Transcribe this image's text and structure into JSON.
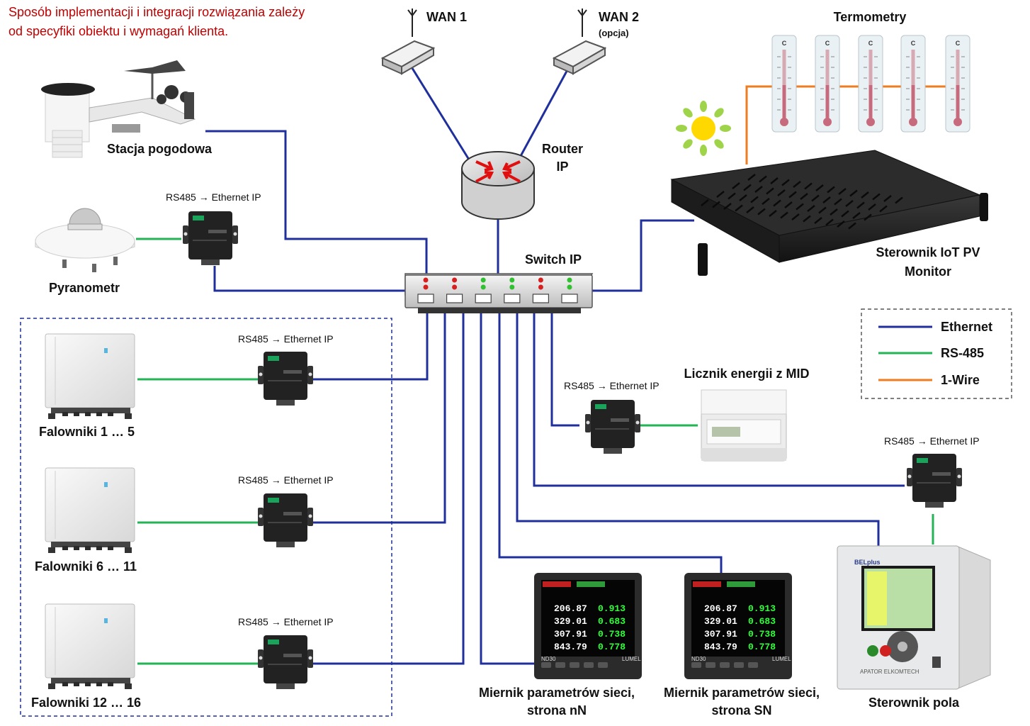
{
  "note": {
    "line1": "Sposób implementacji i integracji rozwiązania zależy",
    "line2": "od specyfiki obiektu i wymagań klienta."
  },
  "wan": {
    "wan1": "WAN 1",
    "wan2": "WAN 2",
    "wan2_sub": "(opcja)"
  },
  "router": {
    "line1": "Router",
    "line2": "IP"
  },
  "switch": {
    "label": "Switch IP"
  },
  "weather_station": {
    "label": "Stacja pogodowa"
  },
  "pyranometer": {
    "label": "Pyranometr"
  },
  "thermometers": {
    "label": "Termometry",
    "scale_letter": "C"
  },
  "controller": {
    "line1": "Sterownik IoT PV",
    "line2": "Monitor"
  },
  "converter_label": "RS485 → Ethernet IP",
  "inverters": [
    {
      "label": "Falowniki 1 … 5"
    },
    {
      "label": "Falowniki 6 … 11"
    },
    {
      "label": "Falowniki 12 … 16"
    }
  ],
  "energy_meter": {
    "label": "Licznik energii z MID"
  },
  "meter_nn": {
    "line1": "Miernik parametrów sieci,",
    "line2": "strona nN"
  },
  "meter_sn": {
    "line1": "Miernik parametrów sieci,",
    "line2": "strona SN"
  },
  "field_controller": {
    "label": "Sterownik pola",
    "brand": "BELplus",
    "maker": "APATOR ELKOMTECH"
  },
  "meter_display": {
    "rows": [
      {
        "left": "206.87",
        "right": "0.913"
      },
      {
        "left": "329.01",
        "right": "0.683"
      },
      {
        "left": "307.91",
        "right": "0.738"
      },
      {
        "left": "843.79",
        "right": "0.778"
      }
    ],
    "model": "ND30",
    "brand": "LUMEL"
  },
  "legend": {
    "items": [
      {
        "label": "Ethernet",
        "color": "#1f2f9c"
      },
      {
        "label": "RS-485",
        "color": "#22b455"
      },
      {
        "label": "1-Wire",
        "color": "#ee7d22"
      }
    ]
  },
  "switch_leds": [
    "#d62020",
    "#d62020",
    "#30c030",
    "#30c030",
    "#d62020",
    "#30c030"
  ]
}
